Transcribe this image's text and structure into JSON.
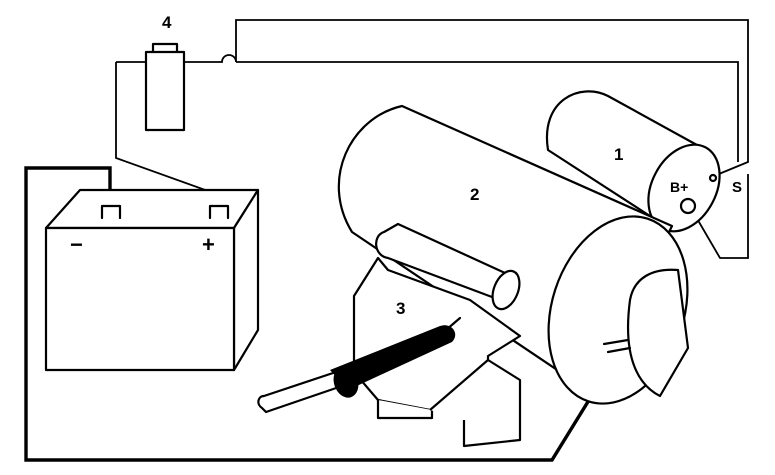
{
  "labels": {
    "starter": "1",
    "engine": "2",
    "solenoid_post": "3",
    "relay": "4",
    "b_plus": "B+",
    "s_terminal": "S",
    "battery_negative": "−",
    "battery_positive": "+"
  }
}
